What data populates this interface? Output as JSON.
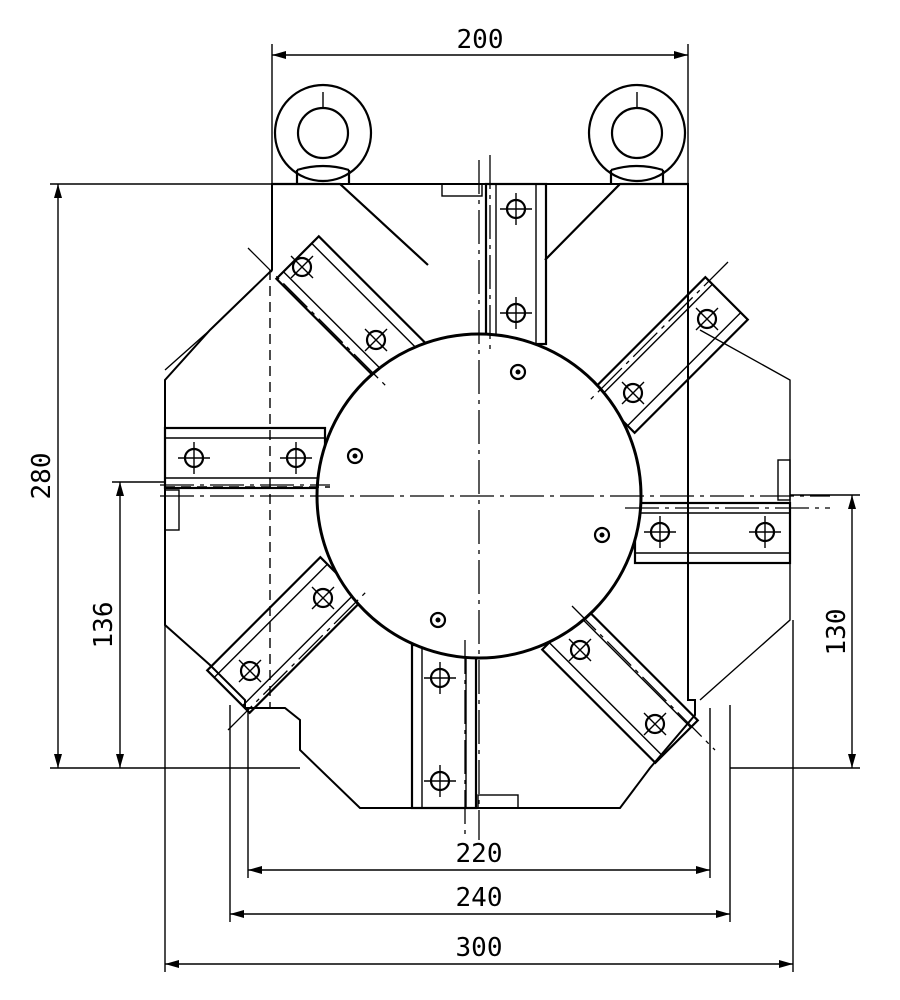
{
  "drawing": {
    "dimensions": {
      "width_top": "200",
      "height_total": "280",
      "height_left": "136",
      "height_right": "130",
      "width_inner": "220",
      "width_mid": "240",
      "width_total": "300"
    }
  }
}
